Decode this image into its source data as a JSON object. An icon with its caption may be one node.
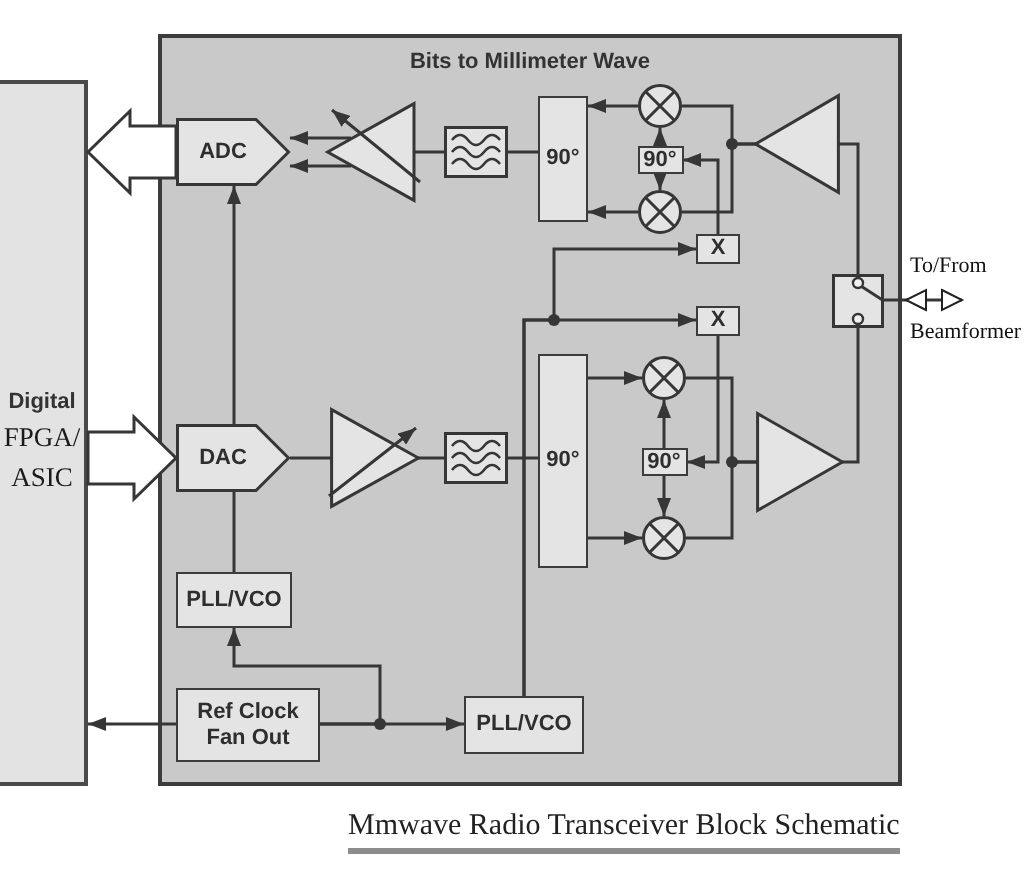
{
  "diagram": {
    "caption": "Mmwave Radio Transceiver Block Schematic",
    "nodes": [
      {
        "text": [
          "Digital",
          "FPGA/ ASIC"
        ]
      },
      {
        "text": [
          "Bits to Millimeter Wave"
        ]
      },
      {
        "text": [
          "ADC"
        ],
        "in": 1
      },
      {
        "text": [],
        "shape": "triangle",
        "in": 1
      },
      {
        "text": [],
        "shape": "box",
        "in": 1
      },
      {
        "text": [
          "90°"
        ],
        "in": 1
      },
      {
        "text": [],
        "shape": "circle",
        "in": 1
      },
      {
        "text": [
          "90°"
        ],
        "in": 1
      },
      {
        "text": [],
        "shape": "circle",
        "in": 1
      },
      {
        "text": [],
        "shape": "triangle",
        "in": 1
      },
      {
        "text": [
          "X"
        ],
        "in": 1
      },
      {
        "text": [],
        "shape": "box",
        "in": 1
      },
      {
        "text": [
          "X"
        ],
        "in": 1
      },
      {
        "text": [
          "DAC"
        ],
        "in": 1
      },
      {
        "text": [],
        "shape": "triangle",
        "in": 1
      },
      {
        "text": [],
        "shape": "box",
        "in": 1
      },
      {
        "text": [
          "90°"
        ],
        "in": 1
      },
      {
        "text": [],
        "shape": "circle",
        "in": 1
      },
      {
        "text": [
          "90°"
        ],
        "in": 1
      },
      {
        "text": [],
        "shape": "circle",
        "in": 1
      },
      {
        "text": [],
        "shape": "triangle",
        "in": 1
      },
      {
        "text": [
          "PLL/VCO"
        ],
        "in": 1
      },
      {
        "text": [
          "Ref Clock Fan Out"
        ],
        "in": 1
      },
      {
        "text": [
          "PLL/VCO"
        ],
        "in": 1
      },
      {
        "text": [
          "To/From Beamformer"
        ]
      }
    ],
    "edges": [
      {
        "from": 2,
        "to": 0,
        "arrow": "to",
        "style": "thick"
      },
      {
        "from": 0,
        "to": 13,
        "arrow": "to",
        "style": "thick"
      },
      {
        "from": 3,
        "to": 2,
        "arrow": "to"
      },
      {
        "from": 3,
        "to": 2,
        "arrow": "to"
      },
      {
        "from": 4,
        "to": 3,
        "arrow": "none"
      },
      {
        "from": 5,
        "to": 4,
        "arrow": "none"
      },
      {
        "from": 6,
        "to": 5,
        "arrow": "to"
      },
      {
        "from": 8,
        "to": 5,
        "arrow": "to"
      },
      {
        "from": 7,
        "to": 6,
        "arrow": "to"
      },
      {
        "from": 7,
        "to": 8,
        "arrow": "to"
      },
      {
        "from": 9,
        "to": 6,
        "arrow": "none"
      },
      {
        "from": 9,
        "to": 8,
        "arrow": "none"
      },
      {
        "from": 11,
        "to": 9,
        "arrow": "none"
      },
      {
        "from": 10,
        "to": 7,
        "arrow": "to"
      },
      {
        "from": 23,
        "to": 10,
        "arrow": "to"
      },
      {
        "from": 23,
        "to": 12,
        "arrow": "to"
      },
      {
        "from": 12,
        "to": 18,
        "arrow": "to"
      },
      {
        "from": 13,
        "to": 14,
        "arrow": "none"
      },
      {
        "from": 14,
        "to": 15,
        "arrow": "none"
      },
      {
        "from": 15,
        "to": 16,
        "arrow": "none"
      },
      {
        "from": 16,
        "to": 17,
        "arrow": "to"
      },
      {
        "from": 16,
        "to": 19,
        "arrow": "to"
      },
      {
        "from": 18,
        "to": 17,
        "arrow": "to"
      },
      {
        "from": 18,
        "to": 19,
        "arrow": "to"
      },
      {
        "from": 17,
        "to": 20,
        "arrow": "none"
      },
      {
        "from": 19,
        "to": 20,
        "arrow": "none"
      },
      {
        "from": 20,
        "to": 11,
        "arrow": "none"
      },
      {
        "from": 11,
        "to": 24,
        "arrow": "both"
      },
      {
        "from": 13,
        "to": 2,
        "arrow": "to"
      },
      {
        "from": 21,
        "to": 13,
        "arrow": "none"
      },
      {
        "from": 22,
        "to": 21,
        "arrow": "to"
      },
      {
        "from": 22,
        "to": 23,
        "arrow": "to"
      },
      {
        "from": 22,
        "to": 0,
        "arrow": "to"
      }
    ]
  }
}
